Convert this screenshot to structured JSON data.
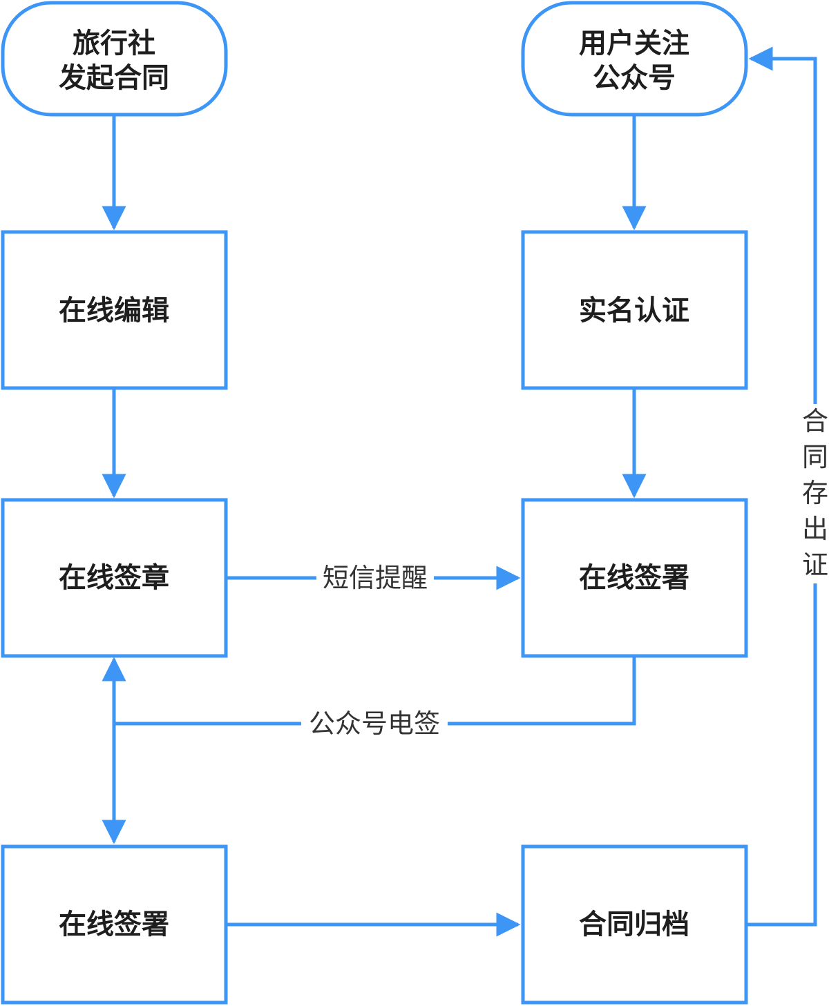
{
  "colors": {
    "stroke": "#3d95f5",
    "node_text": "#1e1e1e",
    "label_text": "#333333",
    "background": "#ffffff"
  },
  "nodes": {
    "agency_start": {
      "lines": [
        "旅行社",
        "发起合同"
      ],
      "shape": "terminal"
    },
    "user_start": {
      "lines": [
        "用户关注",
        "公众号"
      ],
      "shape": "terminal"
    },
    "online_edit": {
      "lines": [
        "在线编辑"
      ],
      "shape": "process"
    },
    "real_name_auth": {
      "lines": [
        "实名认证"
      ],
      "shape": "process"
    },
    "online_seal": {
      "lines": [
        "在线签章"
      ],
      "shape": "process"
    },
    "user_online_sign": {
      "lines": [
        "在线签署"
      ],
      "shape": "process"
    },
    "agency_online_sign": {
      "lines": [
        "在线签署"
      ],
      "shape": "process"
    },
    "contract_archive": {
      "lines": [
        "合同归档"
      ],
      "shape": "process"
    }
  },
  "edges": {
    "sms_reminder": {
      "label": "短信提醒",
      "from": "online_seal",
      "to": "user_online_sign"
    },
    "wechat_esign": {
      "label": "公众号电签",
      "from": "user_online_sign",
      "to": "online_seal / agency_online_sign"
    },
    "contract_certificate": {
      "label": "合同存出证",
      "from": "contract_archive",
      "to": "user_start"
    }
  }
}
